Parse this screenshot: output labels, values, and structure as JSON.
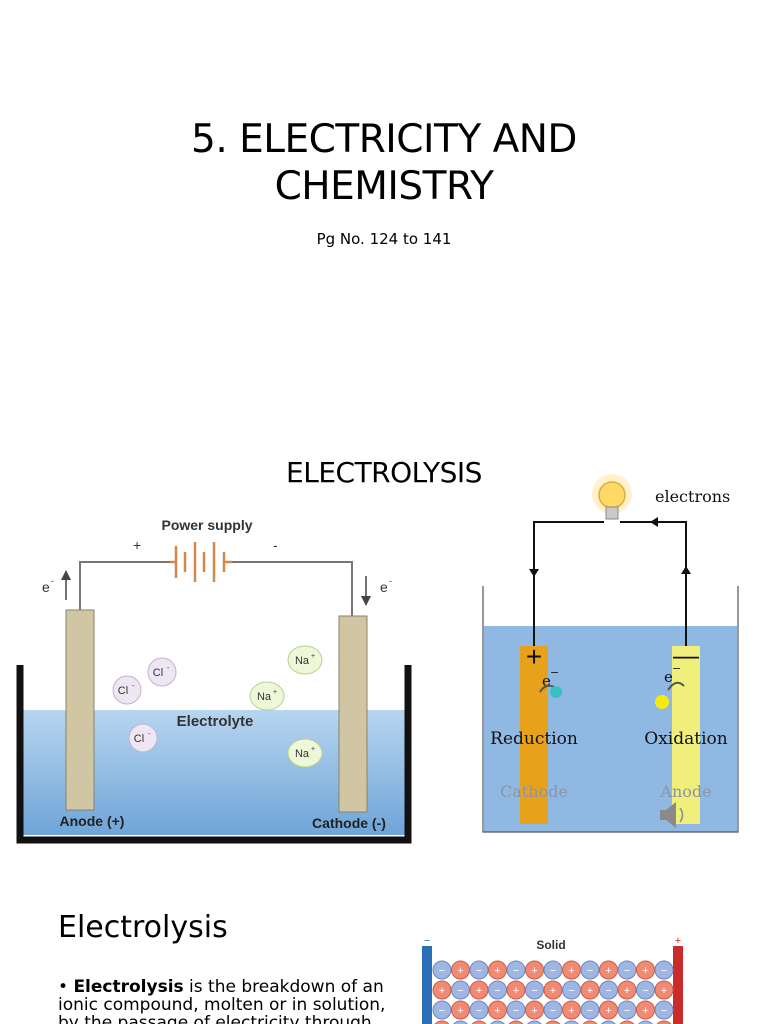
{
  "slide1": {
    "title_line1": "5. ELECTRICITY AND",
    "title_line2": "CHEMISTRY",
    "subtitle": "Pg No. 124 to 141"
  },
  "slide2": {
    "title": "ELECTROLYSIS",
    "left_diagram": {
      "power_supply": "Power supply",
      "plus": "+",
      "minus": "-",
      "electron_left": "e",
      "electron_right": "e",
      "ions": {
        "cl1": "Cl",
        "cl2": "Cl",
        "cl3": "Cl",
        "na1": "Na",
        "na2": "Na",
        "na3": "Na"
      },
      "electrolyte": "Electrolyte",
      "anode_label": "Anode (+)",
      "cathode_label": "Cathode (-)"
    },
    "right_diagram": {
      "electrons": "electrons",
      "plus": "+",
      "minus": "—",
      "e_left": "e",
      "e_right": "e",
      "reduction": "Reduction",
      "oxidation": "Oxidation",
      "cathode": "Cathode",
      "anode": "Anode"
    }
  },
  "slide3": {
    "title": "Electrolysis",
    "bullet_bold": "Electrolysis",
    "bullet_rest": " is the breakdown of an ionic compound, molten or in solution, by the passage of electricity through it.",
    "solid_label": "Solid",
    "minus": "−",
    "plus": "+"
  },
  "colors": {
    "electrolyte_blue": "#8fb8e3",
    "cathode_orange": "#e8a11a",
    "anode_yellow": "#f1ef7c",
    "electrode_tan": "#d1c6a3"
  }
}
